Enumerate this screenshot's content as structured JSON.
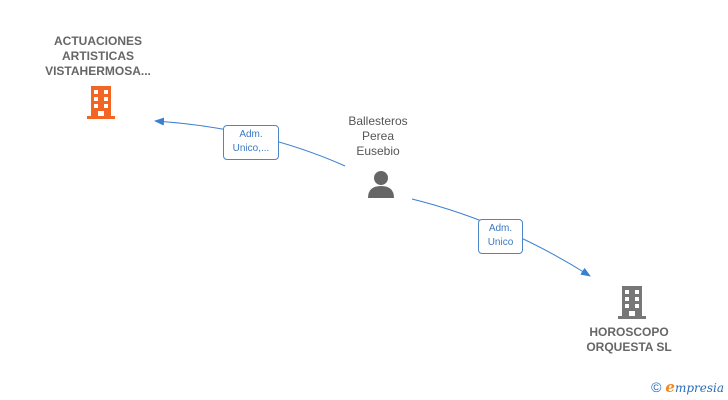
{
  "nodes": {
    "company_1": {
      "label_lines": [
        "ACTUACIONES",
        "ARTISTICAS",
        "VISTAHERMOSA..."
      ],
      "icon": "building-icon",
      "color": "#f26522"
    },
    "person": {
      "label_lines": [
        "Ballesteros",
        "Perea",
        "Eusebio"
      ],
      "icon": "person-icon",
      "color": "#666666"
    },
    "company_2": {
      "label_lines": [
        "HOROSCOPO",
        "ORQUESTA SL"
      ],
      "icon": "building-icon",
      "color": "#777777"
    }
  },
  "edges": [
    {
      "from": "person",
      "to": "company_1",
      "label_lines": [
        "Adm.",
        "Unico,..."
      ]
    },
    {
      "from": "person",
      "to": "company_2",
      "label_lines": [
        "Adm.",
        "Unico"
      ]
    }
  ],
  "edge_color": "#3a7fd0",
  "footer": {
    "copyright_symbol": "©",
    "brand_first_letter": "e",
    "brand_rest": "mpresia"
  }
}
